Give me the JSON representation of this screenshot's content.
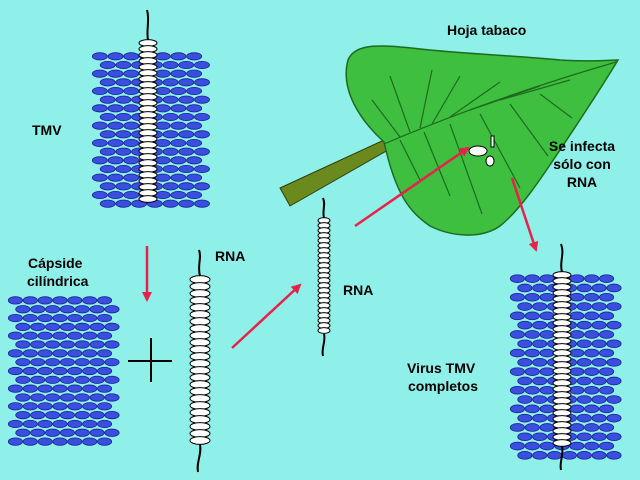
{
  "labels": {
    "leaf": "Hoja tabaco",
    "tmv": "TMV",
    "capsid_line1": "Cápside",
    "capsid_line2": "cilíndrica",
    "rna_middle": "RNA",
    "rna_right": "RNA",
    "infect_line1": "Se infecta",
    "infect_line2": "sólo con",
    "infect_line3": "RNA",
    "complete_line1": "Virus TMV",
    "complete_line2": "completos"
  },
  "colors": {
    "background": "#8ff0ea",
    "capsomer": "#3a4fe0",
    "capsomer_edge": "#1a2390",
    "leaf": "#3fbf3f",
    "leaf_vein": "#1e6b1e",
    "stem": "#6b8a1e",
    "arrow": "#e8214a"
  }
}
